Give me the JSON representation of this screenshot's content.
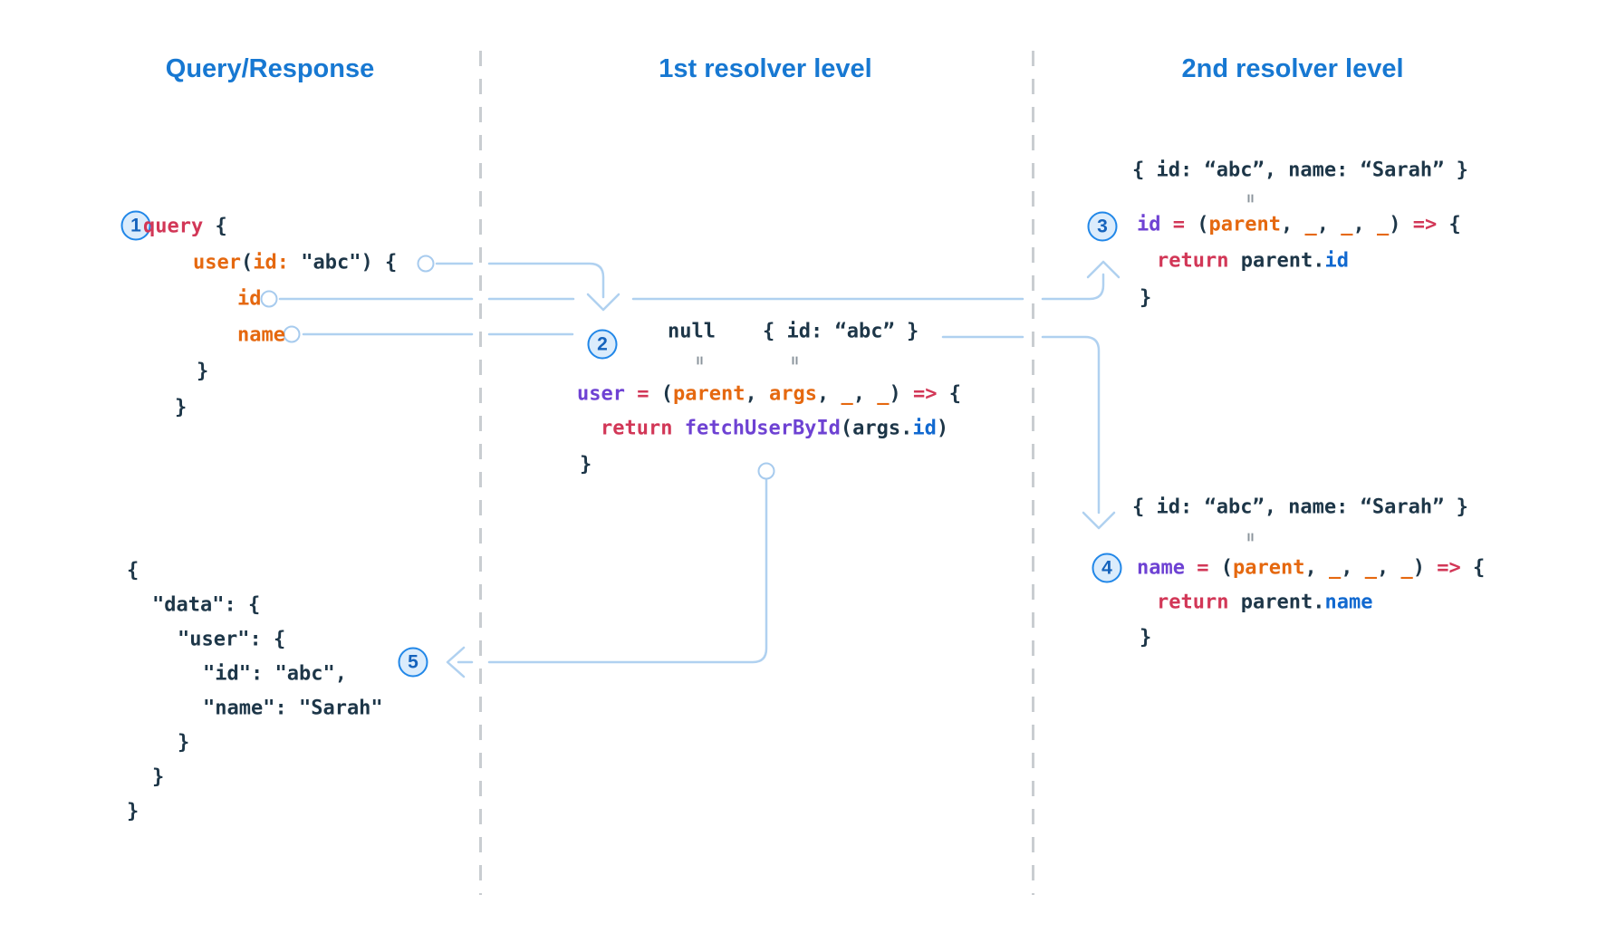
{
  "headers": {
    "col1": "Query/Response",
    "col2": "1st resolver level",
    "col3": "2nd resolver level"
  },
  "badges": {
    "b1": "1",
    "b2": "2",
    "b3": "3",
    "b4": "4",
    "b5": "5"
  },
  "equals_mark": "=",
  "colors": {
    "accent_blue": "#1778d2",
    "wire_blue": "#b0d1f0",
    "code_ink": "#1d3648",
    "keyword_red": "#d23757",
    "param_orange": "#e5680f",
    "func_purple": "#6e42d3",
    "prop_blue": "#1169d0"
  },
  "code": {
    "query": [
      [
        [
          "query",
          "red"
        ],
        [
          " {",
          "ink"
        ]
      ],
      [
        [
          "user",
          "org"
        ],
        [
          "(",
          "ink"
        ],
        [
          "id:",
          "org"
        ],
        [
          " \"abc\"",
          "ink"
        ],
        [
          ") {",
          "ink"
        ]
      ],
      [
        [
          "id",
          "org"
        ]
      ],
      [
        [
          "name",
          "org"
        ]
      ],
      [
        [
          "}",
          "ink"
        ]
      ],
      [
        [
          "}",
          "ink"
        ]
      ]
    ],
    "response_json": [
      [
        [
          "{",
          "ink"
        ]
      ],
      [
        [
          "\"data\": {",
          "ink"
        ]
      ],
      [
        [
          "\"user\": {",
          "ink"
        ]
      ],
      [
        [
          "\"id\": \"abc\",",
          "ink"
        ]
      ],
      [
        [
          "\"name\": \"Sarah\"",
          "ink"
        ]
      ],
      [
        [
          "}",
          "ink"
        ]
      ],
      [
        [
          "}",
          "ink"
        ]
      ],
      [
        [
          "}",
          "ink"
        ]
      ]
    ],
    "resolver_user": {
      "parent_value": [
        [
          [
            "null",
            "ink"
          ]
        ]
      ],
      "args_value": [
        [
          [
            "{ id: “abc” }",
            "ink"
          ]
        ]
      ],
      "lines": [
        [
          [
            "user",
            "pur"
          ],
          [
            " ",
            "ink"
          ],
          [
            "=",
            "red"
          ],
          [
            " (",
            "ink"
          ],
          [
            "parent",
            "org"
          ],
          [
            ", ",
            "ink"
          ],
          [
            "args",
            "org"
          ],
          [
            ", ",
            "ink"
          ],
          [
            "_",
            "org"
          ],
          [
            ", ",
            "ink"
          ],
          [
            "_",
            "org"
          ],
          [
            ") ",
            "ink"
          ],
          [
            "=>",
            "red"
          ],
          [
            " {",
            "ink"
          ]
        ],
        [
          [
            "return",
            "red"
          ],
          [
            " ",
            "ink"
          ],
          [
            "fetchUserById",
            "pur"
          ],
          [
            "(args.",
            "ink"
          ],
          [
            "id",
            "blu"
          ],
          [
            ")",
            "ink"
          ]
        ],
        [
          [
            "}",
            "ink"
          ]
        ]
      ]
    },
    "resolver_id": {
      "parent_value": [
        [
          [
            "{ id: “abc”, name: “Sarah” }",
            "ink"
          ]
        ]
      ],
      "lines": [
        [
          [
            "id",
            "pur"
          ],
          [
            " ",
            "ink"
          ],
          [
            "=",
            "red"
          ],
          [
            " (",
            "ink"
          ],
          [
            "parent",
            "org"
          ],
          [
            ", ",
            "ink"
          ],
          [
            "_",
            "org"
          ],
          [
            ", ",
            "ink"
          ],
          [
            "_",
            "org"
          ],
          [
            ", ",
            "ink"
          ],
          [
            "_",
            "org"
          ],
          [
            ") ",
            "ink"
          ],
          [
            "=>",
            "red"
          ],
          [
            " {",
            "ink"
          ]
        ],
        [
          [
            "return",
            "red"
          ],
          [
            " parent.",
            "ink"
          ],
          [
            "id",
            "blu"
          ]
        ],
        [
          [
            "}",
            "ink"
          ]
        ]
      ]
    },
    "resolver_name": {
      "parent_value": [
        [
          [
            "{ id: “abc”, name: “Sarah” }",
            "ink"
          ]
        ]
      ],
      "lines": [
        [
          [
            "name",
            "pur"
          ],
          [
            " ",
            "ink"
          ],
          [
            "=",
            "red"
          ],
          [
            " (",
            "ink"
          ],
          [
            "parent",
            "org"
          ],
          [
            ", ",
            "ink"
          ],
          [
            "_",
            "org"
          ],
          [
            ", ",
            "ink"
          ],
          [
            "_",
            "org"
          ],
          [
            ", ",
            "ink"
          ],
          [
            "_",
            "org"
          ],
          [
            ") ",
            "ink"
          ],
          [
            "=>",
            "red"
          ],
          [
            " {",
            "ink"
          ]
        ],
        [
          [
            "return",
            "red"
          ],
          [
            " parent.",
            "ink"
          ],
          [
            "name",
            "blu"
          ]
        ],
        [
          [
            "}",
            "ink"
          ]
        ]
      ]
    }
  }
}
